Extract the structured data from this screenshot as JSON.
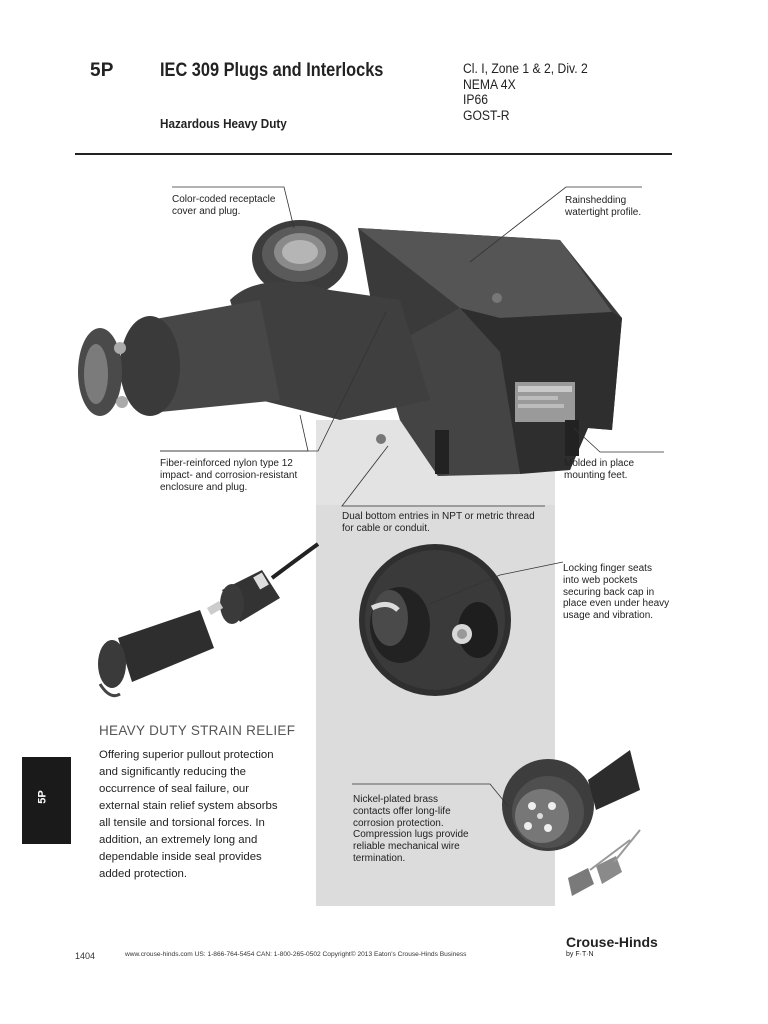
{
  "header": {
    "section_code": "5P",
    "title": "IEC 309 Plugs and Interlocks",
    "subtitle": "Hazardous Heavy Duty",
    "certifications": [
      "Cl. I, Zone 1 & 2, Div. 2",
      "NEMA 4X",
      "IP66",
      "GOST-R"
    ]
  },
  "callouts": {
    "color_coded": [
      "Color-coded receptacle",
      "cover and plug."
    ],
    "rainshedding": [
      "Rainshedding",
      "watertight profile."
    ],
    "fiber_nylon": [
      "Fiber-reinforced nylon type 12",
      "impact- and corrosion-resistant",
      "enclosure and plug."
    ],
    "molded_feet": [
      "Molded in place",
      "mounting feet."
    ],
    "dual_entries": [
      "Dual bottom entries in NPT or metric thread",
      "for cable or conduit."
    ],
    "locking_finger": [
      "Locking finger seats",
      "into web pockets",
      "securing back cap in",
      "place even under heavy",
      "usage and vibration."
    ],
    "nickel_brass": [
      "Nickel-plated brass",
      "contacts offer long-life",
      "corrosion protection.",
      "Compression lugs provide",
      "reliable mechanical wire",
      "termination."
    ]
  },
  "strain_relief": {
    "heading": "HEAVY DUTY STRAIN RELIEF",
    "body": "Offering superior pullout protection and significantly reducing the occurrence of seal failure, our external stain relief system absorbs all tensile and torsional forces. In addition, an extremely long and dependable inside seal provides added protection."
  },
  "side_tab": "5P",
  "footer": {
    "page_number": "1404",
    "info": "www.crouse-hinds.com    US: 1-866-764-5454    CAN: 1-800-265-0502    Copyright© 2013 Eaton's Crouse-Hinds Business",
    "brand": "Crouse-Hinds",
    "brand_by": "by F·T·N"
  }
}
